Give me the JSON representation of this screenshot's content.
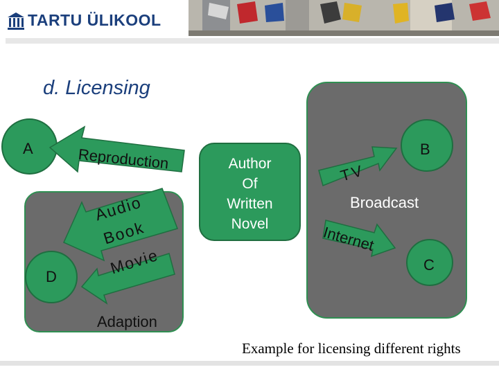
{
  "header": {
    "logo_text": "TARTU ÜLIKOOL",
    "logo_icon": "university-building-icon"
  },
  "slide": {
    "title": "d. Licensing",
    "caption": "Example for licensing different rights"
  },
  "nodes": {
    "a": "A",
    "b": "B",
    "c": "C",
    "d": "D",
    "author": [
      "Author",
      "Of",
      "Written",
      "Novel"
    ],
    "adaption": "Adaption",
    "broadcast": "Broadcast"
  },
  "arrow_labels": {
    "reproduction": "Reproduction",
    "audio": "Audio",
    "book": "Book",
    "movie": "Movie",
    "tv": "TV",
    "internet": "Internet"
  },
  "colors": {
    "green": "#2c9a5c",
    "gray_box": "#6b6b6b",
    "title_blue": "#1b3f7c"
  }
}
